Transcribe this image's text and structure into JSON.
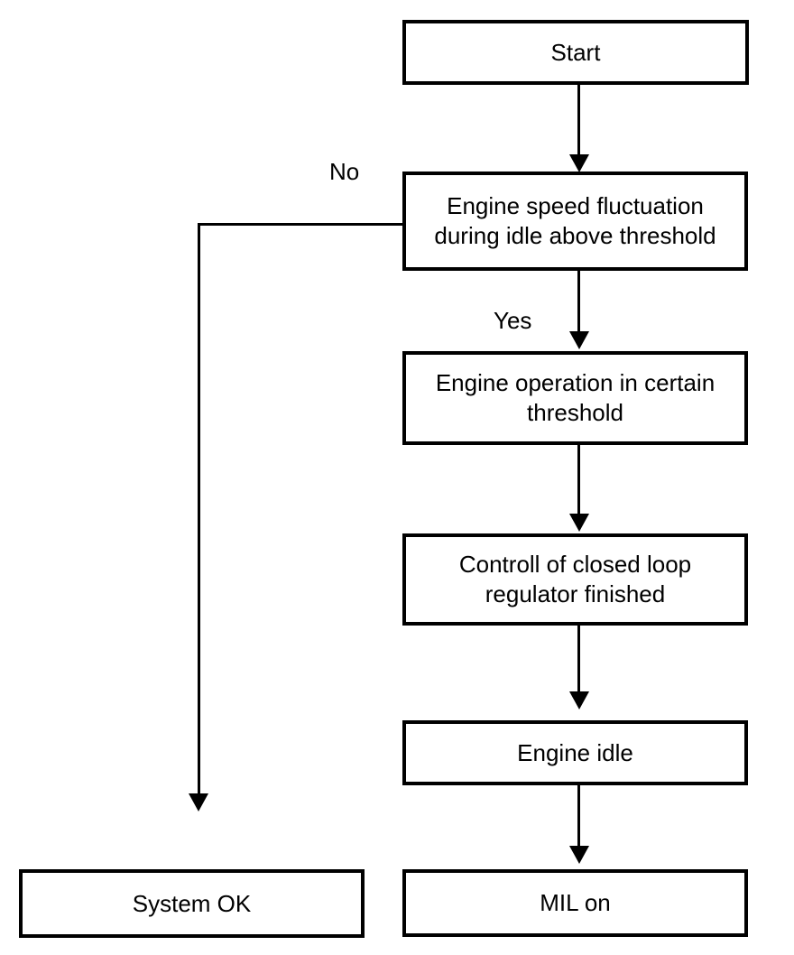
{
  "diagram": {
    "type": "flowchart",
    "nodes": {
      "start": {
        "label": "Start"
      },
      "decision": {
        "label": "Engine speed fluctuation during idle above threshold"
      },
      "operation": {
        "label": "Engine operation in certain threshold"
      },
      "control": {
        "label": "Controll of closed loop regulator finished"
      },
      "idle": {
        "label": "Engine idle"
      },
      "mil": {
        "label": "MIL on"
      },
      "system_ok": {
        "label": "System OK"
      }
    },
    "edge_labels": {
      "yes": "Yes",
      "no": "No"
    },
    "colors": {
      "line": "#000000",
      "text": "#000000",
      "background": "#ffffff"
    }
  }
}
